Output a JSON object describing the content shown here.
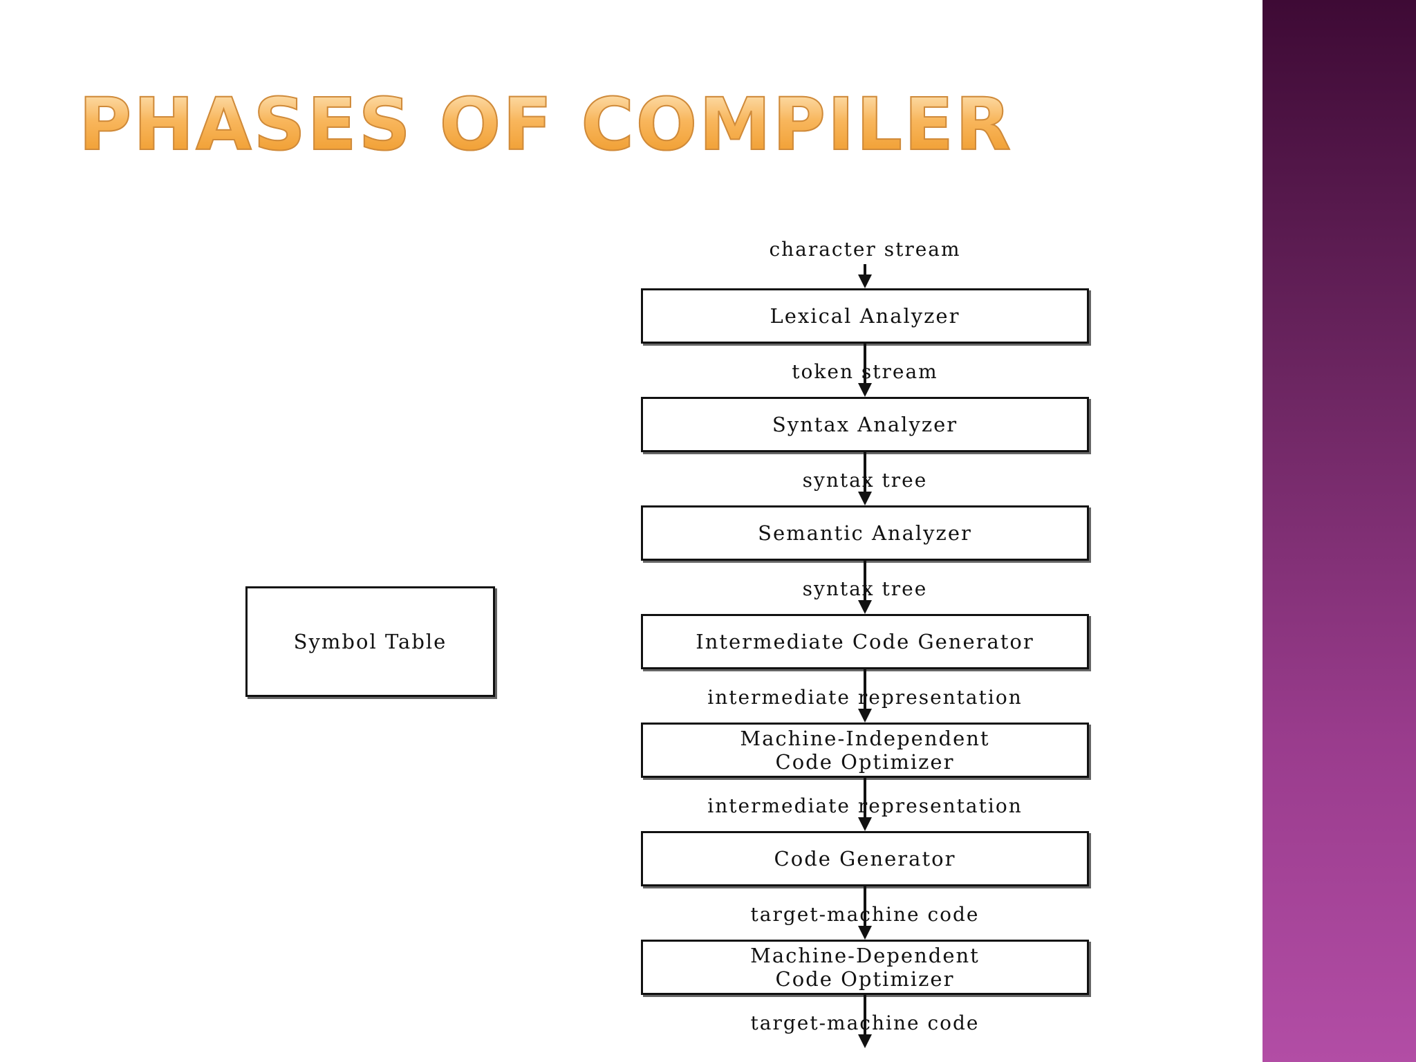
{
  "slide": {
    "title": "PHASES OF COMPILER"
  },
  "diagram": {
    "symbol_table": "Symbol Table",
    "input": "character stream",
    "phases": [
      {
        "label": "Lexical Analyzer",
        "output": "token stream"
      },
      {
        "label": "Syntax Analyzer",
        "output": "syntax tree"
      },
      {
        "label": "Semantic Analyzer",
        "output": "syntax tree"
      },
      {
        "label": "Intermediate Code Generator",
        "output": "intermediate representation"
      },
      {
        "label": "Machine-Independent\nCode Optimizer",
        "output": "intermediate representation"
      },
      {
        "label": "Code Generator",
        "output": "target-machine code"
      },
      {
        "label": "Machine-Dependent\nCode Optimizer",
        "output": "target-machine code"
      }
    ]
  },
  "colors": {
    "title": "#f6b054",
    "side_band_top": "#3e0a35",
    "side_band_bottom": "#b24da5"
  }
}
